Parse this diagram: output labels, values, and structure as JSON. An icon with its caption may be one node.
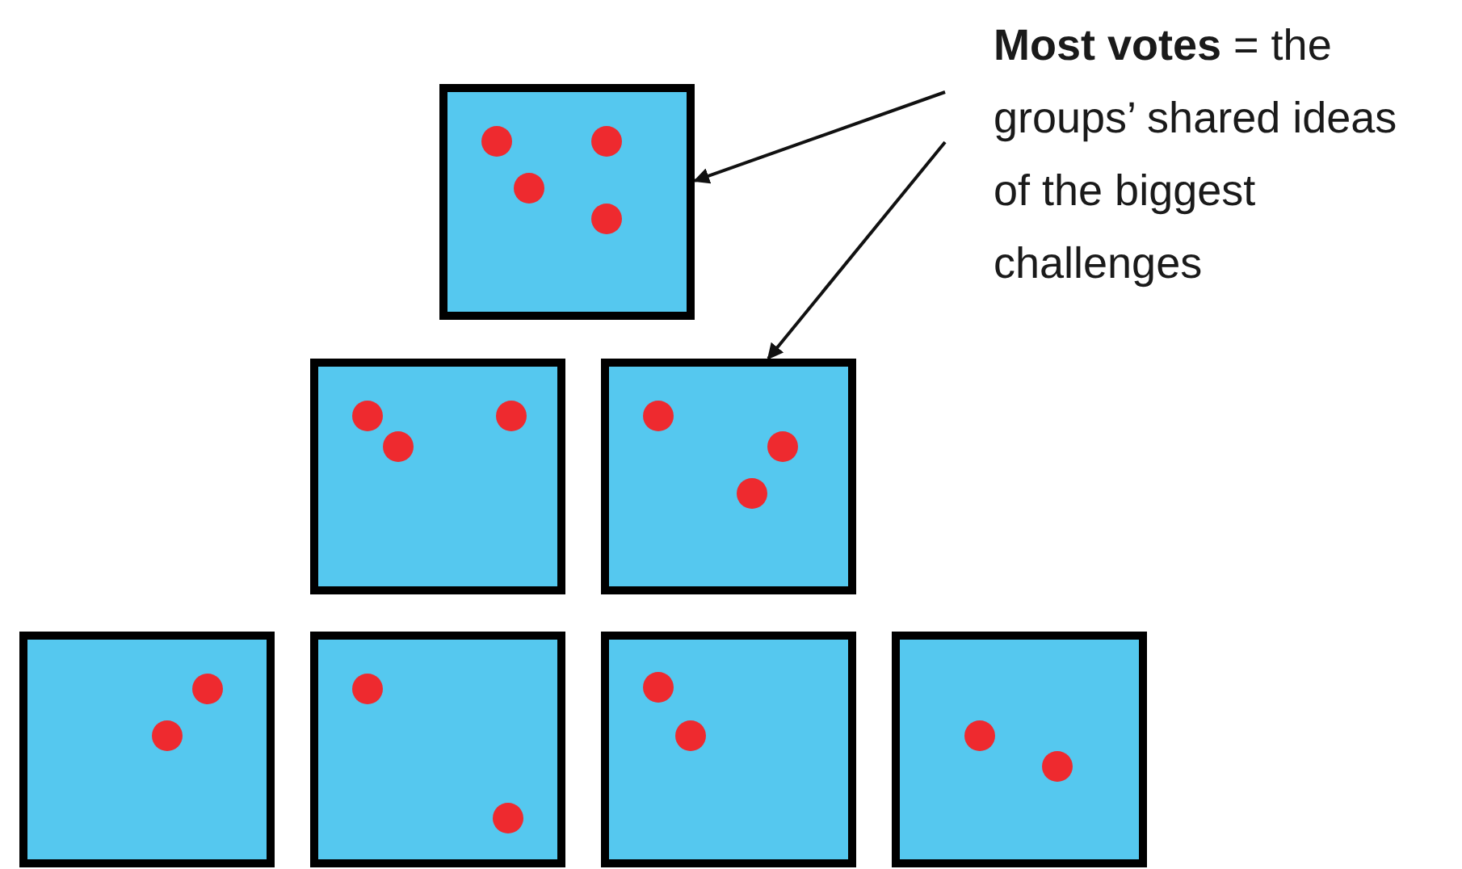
{
  "diagram": {
    "nodes": [
      {
        "text": [
          "**Most votes** = the groups’ shared ideas of the biggest challenges"
        ]
      },
      {
        "text": [],
        "shape": "box"
      },
      {
        "text": [],
        "shape": "box"
      },
      {
        "text": [],
        "shape": "box"
      },
      {
        "text": [],
        "shape": "box"
      },
      {
        "text": [],
        "shape": "box"
      },
      {
        "text": [],
        "shape": "box"
      },
      {
        "text": [],
        "shape": "box"
      }
    ],
    "edges": [
      {
        "from": 0,
        "to": 1,
        "arrow": "to"
      },
      {
        "from": 0,
        "to": 3,
        "arrow": "to"
      }
    ]
  }
}
